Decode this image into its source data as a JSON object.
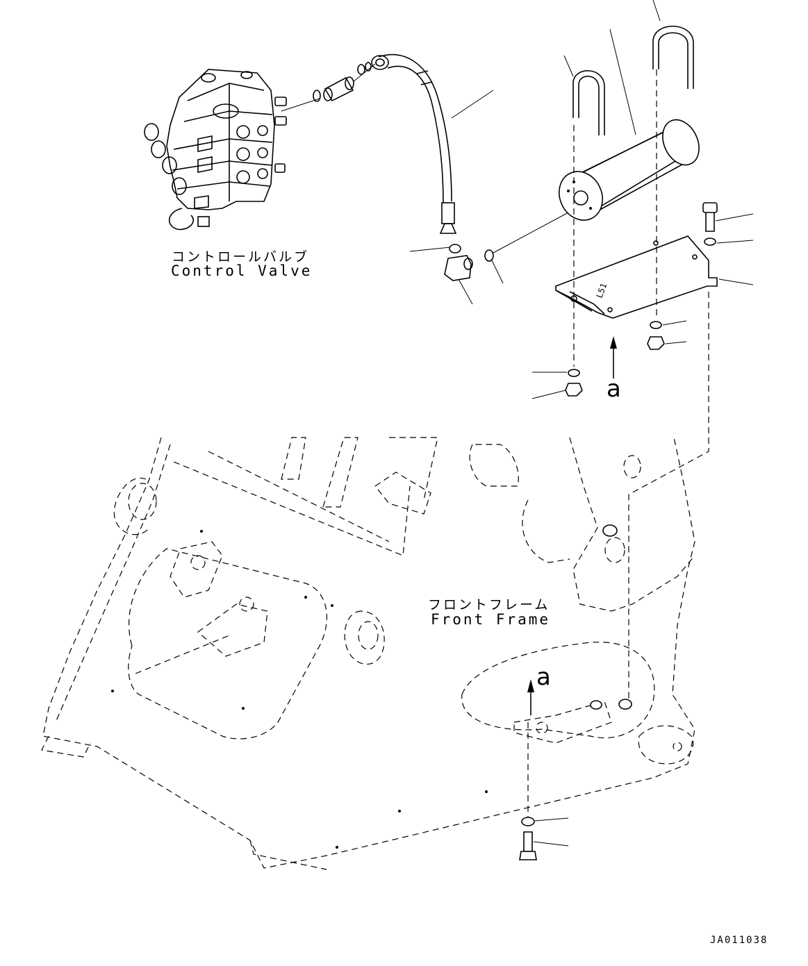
{
  "labels": {
    "control_valve_jp": "コントロールバルブ",
    "control_valve_en": "Control Valve",
    "front_frame_jp": "フロントフレーム",
    "front_frame_en": "Front Frame",
    "view_arrow_upper": "a",
    "view_arrow_lower": "a",
    "drawing_code": "JA011038"
  },
  "colors": {
    "line": "#000000",
    "background": "#ffffff"
  }
}
